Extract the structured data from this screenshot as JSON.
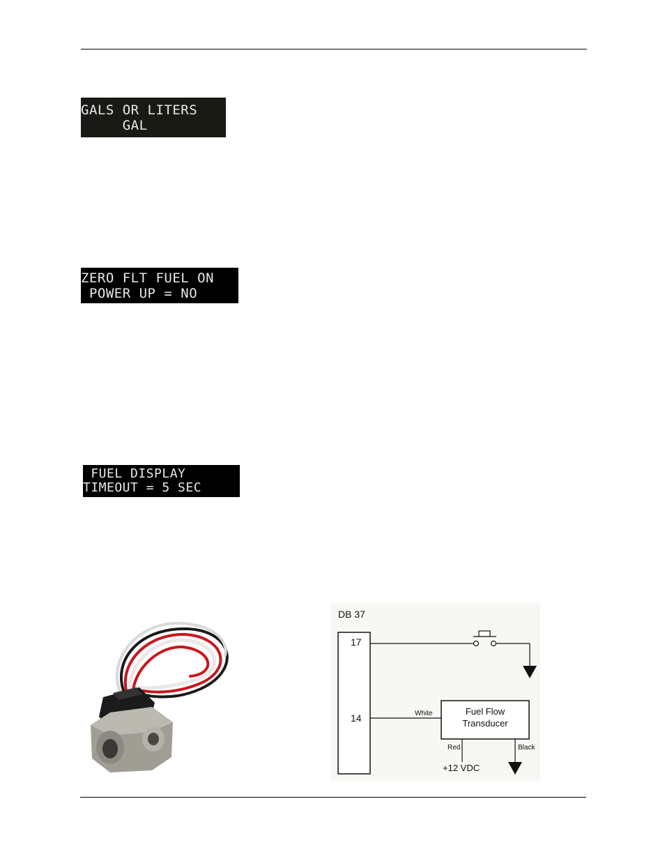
{
  "lcd_screens": [
    {
      "line1": "GALS OR LITERS",
      "line2": "     GAL"
    },
    {
      "line1": "ZERO FLT FUEL ON",
      "line2": " POWER UP = NO"
    },
    {
      "line1": " FUEL DISPLAY",
      "line2": "TIMEOUT = 5 SEC"
    }
  ],
  "diagram": {
    "connector": "DB 37",
    "pin_17": "17",
    "pin_14": "14",
    "wire_white": "White",
    "wire_red": "Red",
    "wire_black": "Black",
    "transducer_line1": "Fuel Flow",
    "transducer_line2": "Transducer",
    "supply": "+12 VDC"
  },
  "colors": {
    "lcd_background": "#000000",
    "lcd_text": "#e8e8e8",
    "wire_red": "#c8161d",
    "wire_white": "#f2f2f2",
    "wire_black": "#111111",
    "sensor_body": "#9a9890"
  }
}
